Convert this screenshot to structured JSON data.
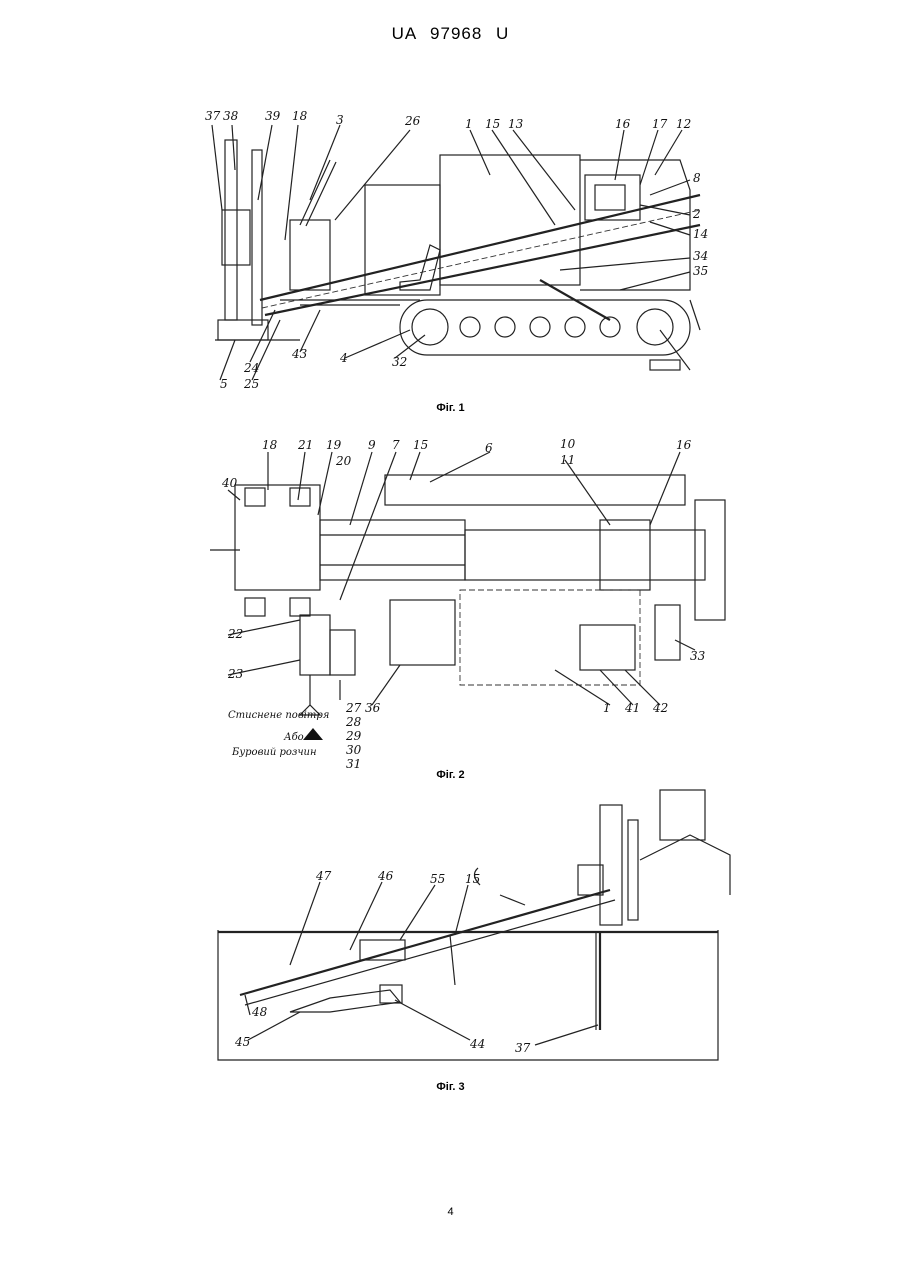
{
  "header": {
    "patent": "UA 97968 U"
  },
  "figures": [
    {
      "caption": "Фіг. 1",
      "labels": [
        "37",
        "38",
        "39",
        "18",
        "3",
        "26",
        "1",
        "15",
        "13",
        "16",
        "17",
        "12",
        "8",
        "2",
        "14",
        "34",
        "35",
        "5",
        "24",
        "25",
        "43",
        "4",
        "32"
      ]
    },
    {
      "caption": "Фіг. 2",
      "labels": [
        "18",
        "21",
        "19",
        "9",
        "7",
        "15",
        "6",
        "10",
        "11",
        "16",
        "40",
        "20",
        "22",
        "23",
        "36",
        "1",
        "41",
        "42",
        "33",
        "27",
        "28",
        "29",
        "30",
        "31"
      ],
      "notes": [
        "Стиснене повітря",
        "Або",
        "Буровий розчин"
      ]
    },
    {
      "caption": "Фіг. 3",
      "labels": [
        "47",
        "46",
        "55",
        "15",
        "48",
        "45",
        "44",
        "37"
      ]
    }
  ],
  "page_number": "4"
}
